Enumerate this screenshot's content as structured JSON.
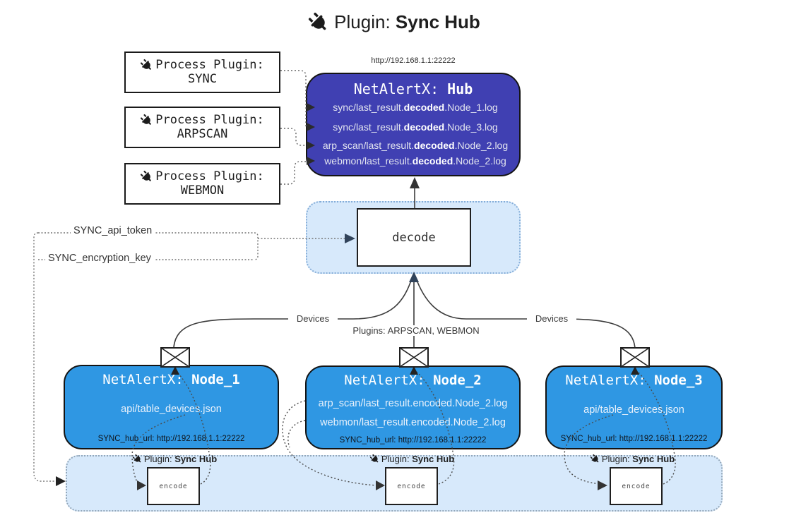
{
  "title": {
    "prefix": "Plugin: ",
    "bold": "Sync Hub"
  },
  "process_plugins": [
    {
      "label": "Process Plugin:",
      "name": "SYNC"
    },
    {
      "label": "Process Plugin:",
      "name": "ARPSCAN"
    },
    {
      "label": "Process Plugin:",
      "name": "WEBMON"
    }
  ],
  "hub": {
    "url": "http://192.168.1.1:22222",
    "title_prefix": "NetAlertX: ",
    "title_bold": "Hub",
    "lines": [
      {
        "pre": "sync/last_result.",
        "bold": "decoded",
        "post": ".Node_1.log"
      },
      {
        "pre": "sync/last_result.",
        "bold": "decoded",
        "post": ".Node_3.log"
      },
      {
        "pre": "arp_scan/last_result.",
        "bold": "decoded",
        "post": ".Node_2.log"
      },
      {
        "pre": "webmon/last_result.",
        "bold": "decoded",
        "post": ".Node_2.log"
      }
    ]
  },
  "decode": {
    "label": "decode"
  },
  "keys": {
    "api_token": "SYNC_api_token",
    "encryption_key": "SYNC_encryption_key"
  },
  "edges": {
    "devices_left": "Devices",
    "devices_right": "Devices",
    "plugins_mid": "Plugins: ARPSCAN, WEBMON"
  },
  "nodes": [
    {
      "title_prefix": "NetAlertX: ",
      "title_bold": "Node_1",
      "lines": [
        "api/table_devices.json"
      ],
      "footer": "SYNC_hub_url: http://192.168.1.1:22222"
    },
    {
      "title_prefix": "NetAlertX: ",
      "title_bold": "Node_2",
      "lines": [
        "arp_scan/last_result.encoded.Node_2.log",
        "webmon/last_result.encoded.Node_2.log"
      ],
      "footer": "SYNC_hub_url: http://192.168.1.1:22222"
    },
    {
      "title_prefix": "NetAlertX: ",
      "title_bold": "Node_3",
      "lines": [
        "api/table_devices.json"
      ],
      "footer": "SYNC_hub_url: http://192.168.1.1:22222"
    }
  ],
  "encoders": [
    {
      "plugin_prefix": "Plugin: ",
      "plugin_bold": "Sync Hub",
      "box": "encode"
    },
    {
      "plugin_prefix": "Plugin: ",
      "plugin_bold": "Sync Hub",
      "box": "encode"
    },
    {
      "plugin_prefix": "Plugin: ",
      "plugin_bold": "Sync Hub",
      "box": "encode"
    }
  ],
  "colors": {
    "hub_fill": "#4040b2",
    "node_fill": "#2f97e3",
    "band_fill": "#d7e9fb",
    "decode_band_border": "#84add8",
    "encode_band_border": "#93a7ba",
    "arrow_navy": "#31435a",
    "line": "#3c3c3c"
  }
}
